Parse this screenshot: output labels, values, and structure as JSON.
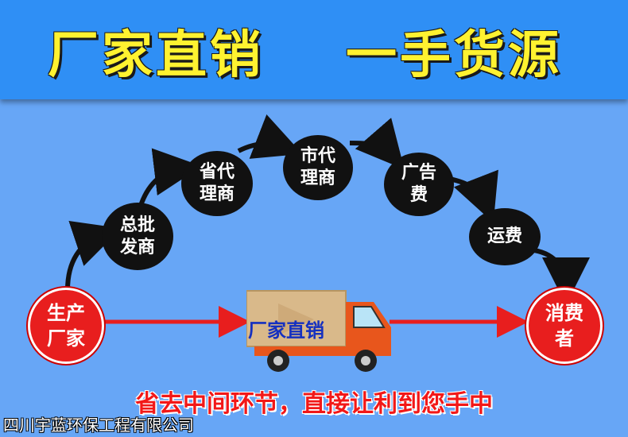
{
  "banner": {
    "left": "厂家直销",
    "right": "一手货源"
  },
  "nodes": {
    "producer": [
      "生产",
      "厂家"
    ],
    "wholesaler": [
      "总批",
      "发商"
    ],
    "provincial": [
      "省代",
      "理商"
    ],
    "city": [
      "市代",
      "理商"
    ],
    "advertising": [
      "广告",
      "费"
    ],
    "shipping": [
      "运费"
    ],
    "consumer": [
      "消费",
      "者"
    ]
  },
  "truck_label": "厂家直销",
  "slogan": "省去中间环节，直接让利到您手中",
  "company": "四川宇蓝环保工程有限公司",
  "colors": {
    "banner": "#2f8ff5",
    "banner_text": "#fff230",
    "background": "#67a6f6",
    "red": "#e81e1e",
    "black": "#111111",
    "truck_label": "#1530c0"
  }
}
